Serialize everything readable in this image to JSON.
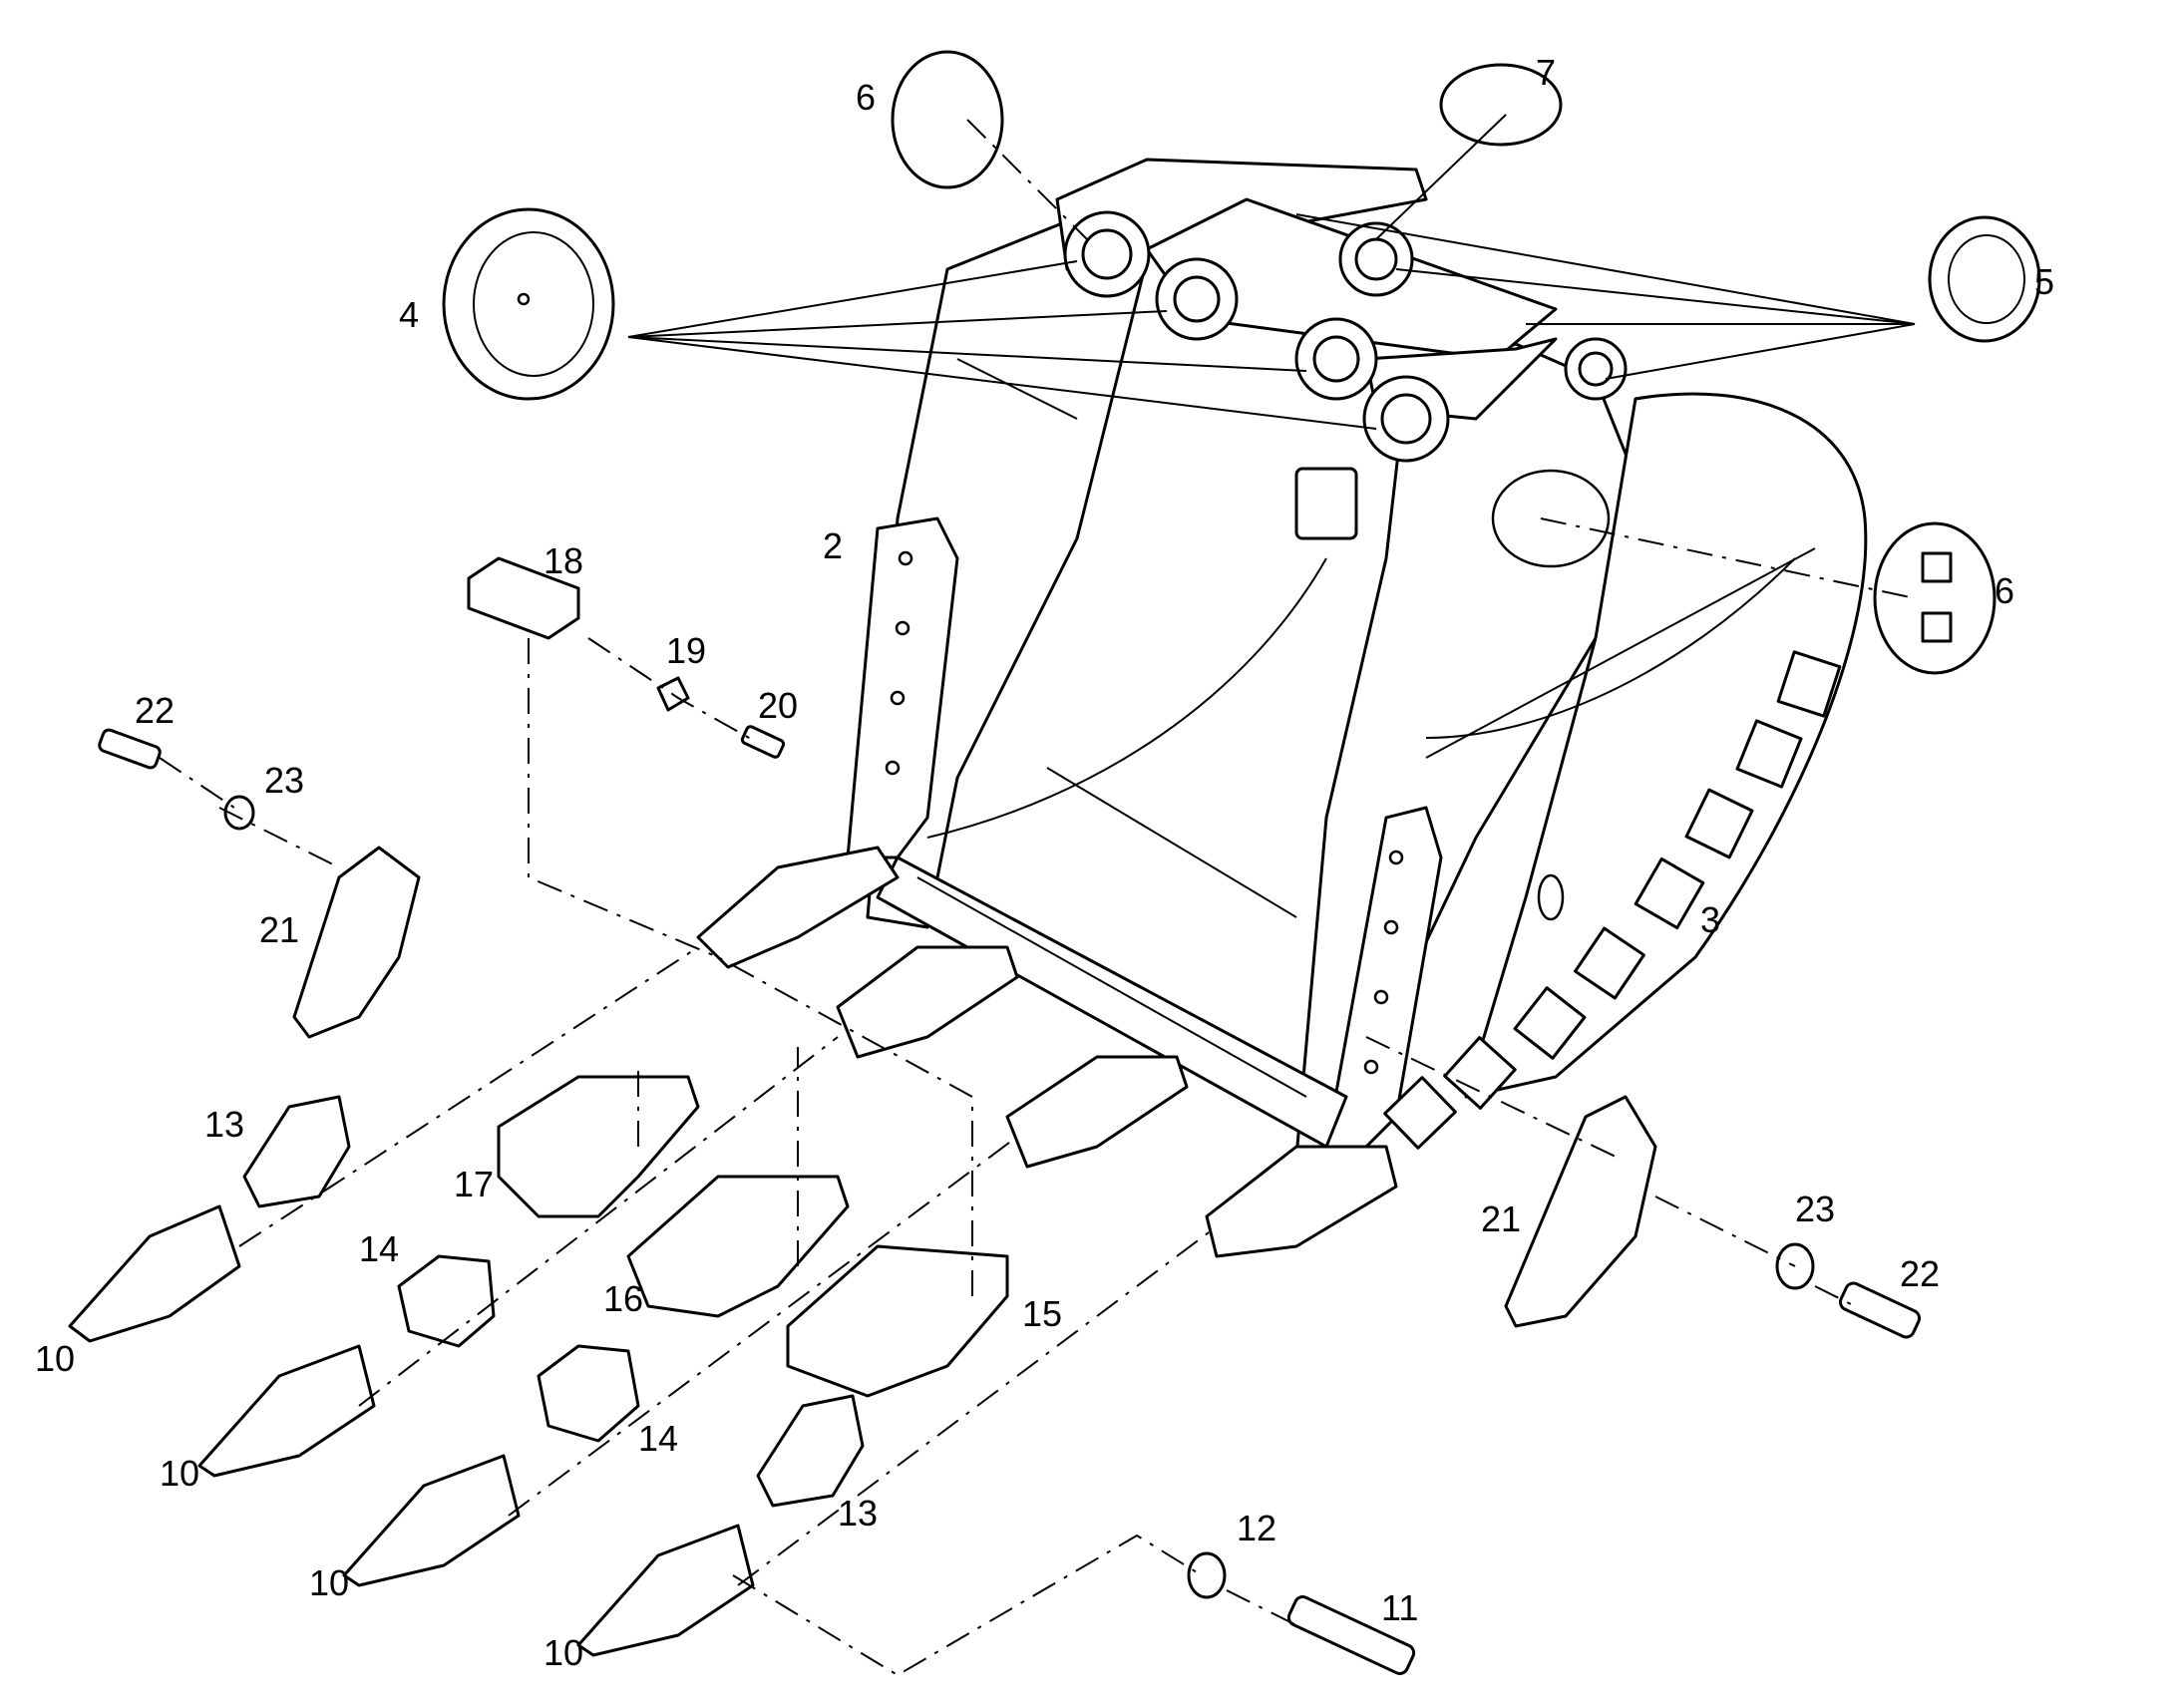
{
  "callouts": [
    {
      "id": "c2",
      "text": "2"
    },
    {
      "id": "c3",
      "text": "3"
    },
    {
      "id": "c4",
      "text": "4"
    },
    {
      "id": "c5",
      "text": "5"
    },
    {
      "id": "c6-top",
      "text": "6"
    },
    {
      "id": "c6-right",
      "text": "6"
    },
    {
      "id": "c7",
      "text": "7"
    },
    {
      "id": "c10-a",
      "text": "10"
    },
    {
      "id": "c10-b",
      "text": "10"
    },
    {
      "id": "c10-c",
      "text": "10"
    },
    {
      "id": "c10-d",
      "text": "10"
    },
    {
      "id": "c11",
      "text": "11"
    },
    {
      "id": "c12",
      "text": "12"
    },
    {
      "id": "c13-a",
      "text": "13"
    },
    {
      "id": "c13-b",
      "text": "13"
    },
    {
      "id": "c14-a",
      "text": "14"
    },
    {
      "id": "c14-b",
      "text": "14"
    },
    {
      "id": "c15",
      "text": "15"
    },
    {
      "id": "c16",
      "text": "16"
    },
    {
      "id": "c17",
      "text": "17"
    },
    {
      "id": "c18",
      "text": "18"
    },
    {
      "id": "c19",
      "text": "19"
    },
    {
      "id": "c20",
      "text": "20"
    },
    {
      "id": "c21-left",
      "text": "21"
    },
    {
      "id": "c21-right",
      "text": "21"
    },
    {
      "id": "c22-left",
      "text": "22"
    },
    {
      "id": "c22-right",
      "text": "22"
    },
    {
      "id": "c23-left",
      "text": "23"
    },
    {
      "id": "c23-right",
      "text": "23"
    }
  ]
}
